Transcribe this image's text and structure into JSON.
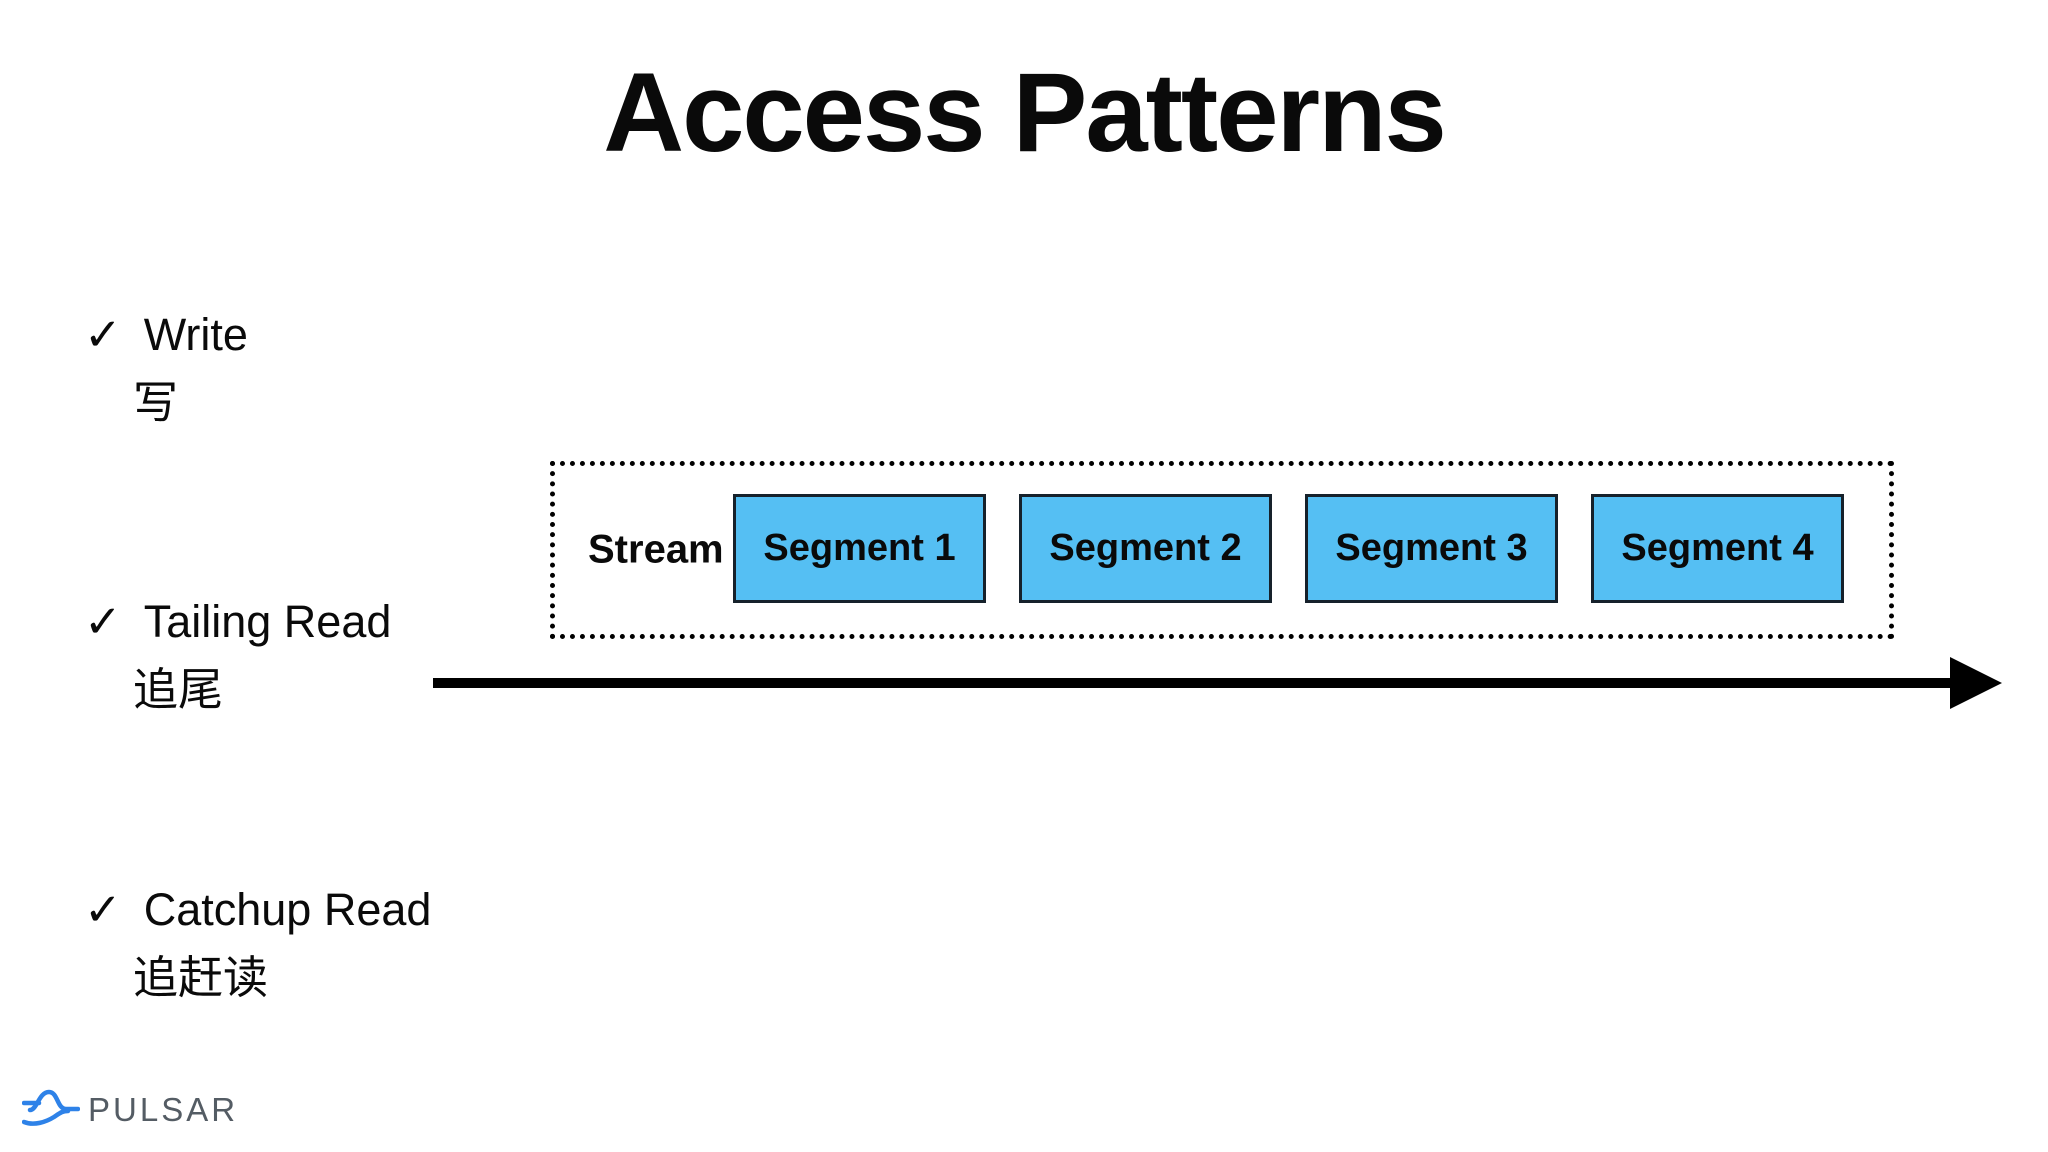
{
  "colors": {
    "text": "#0a0a0a",
    "segment-fill": "#55BFF3",
    "segment-border": "#16212B",
    "logo-blue": "#2E82E8",
    "logo-gray": "#545C64"
  },
  "slide": {
    "title": "Access Patterns",
    "checklist": [
      {
        "check": "✓",
        "label": "Write",
        "sublabel": "写"
      },
      {
        "check": "✓",
        "label": "Tailing Read",
        "sublabel": "追尾"
      },
      {
        "check": "✓",
        "label": "Catchup Read",
        "sublabel": "追赶读"
      }
    ],
    "diagram": {
      "stream_label": "Stream",
      "segments": [
        "Segment 1",
        "Segment 2",
        "Segment 3",
        "Segment 4"
      ]
    },
    "logo_text": "PULSAR"
  }
}
